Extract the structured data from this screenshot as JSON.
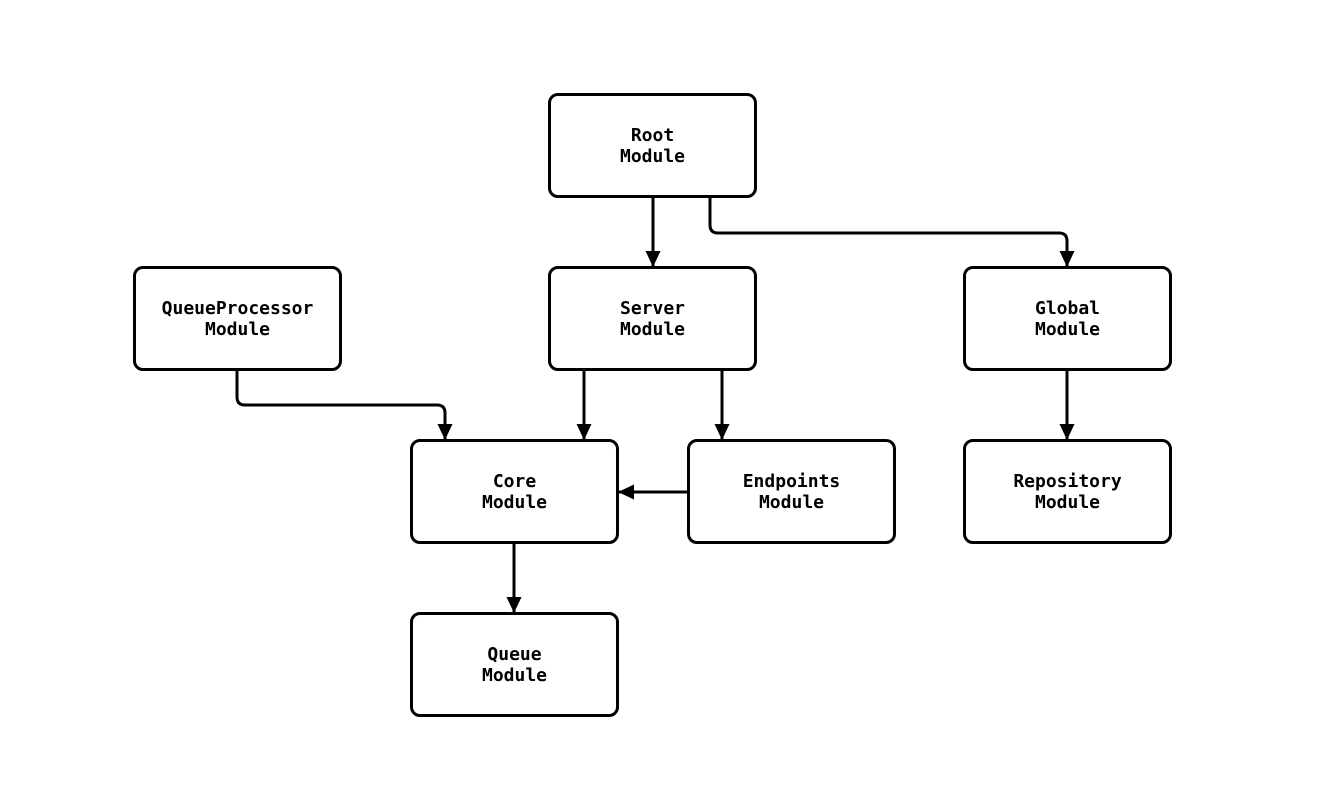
{
  "diagram": {
    "type": "module-dependency-flowchart",
    "colors": {
      "background": "#ffffff",
      "node_fill": "#ffffff",
      "node_border": "#000000",
      "edge": "#000000",
      "text": "#000000"
    },
    "nodes": [
      {
        "id": "root",
        "label": "Root\nModule"
      },
      {
        "id": "queueprocessor",
        "label": "QueueProcessor\nModule"
      },
      {
        "id": "server",
        "label": "Server\nModule"
      },
      {
        "id": "global",
        "label": "Global\nModule"
      },
      {
        "id": "core",
        "label": "Core\nModule"
      },
      {
        "id": "endpoints",
        "label": "Endpoints\nModule"
      },
      {
        "id": "repository",
        "label": "Repository\nModule"
      },
      {
        "id": "queue",
        "label": "Queue\nModule"
      }
    ],
    "edges": [
      {
        "from": "root",
        "to": "server"
      },
      {
        "from": "root",
        "to": "global"
      },
      {
        "from": "queueprocessor",
        "to": "core"
      },
      {
        "from": "server",
        "to": "core"
      },
      {
        "from": "server",
        "to": "endpoints"
      },
      {
        "from": "endpoints",
        "to": "core"
      },
      {
        "from": "global",
        "to": "repository"
      },
      {
        "from": "core",
        "to": "queue"
      }
    ]
  }
}
